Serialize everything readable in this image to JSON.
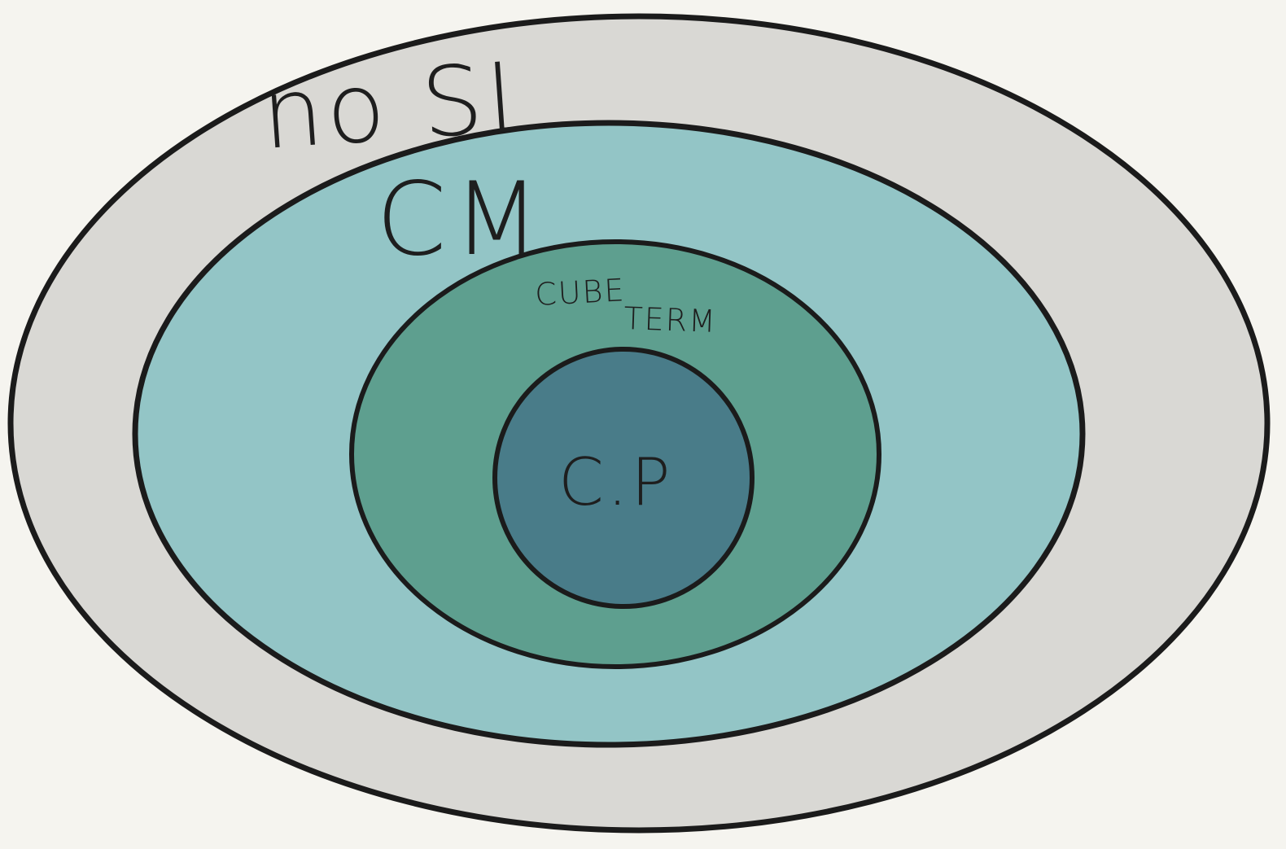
{
  "diagram": {
    "regions": [
      {
        "id": "outer",
        "label": "no SL",
        "color": "#d9d8d4"
      },
      {
        "id": "cm",
        "label": "CM",
        "color": "#93c5c6"
      },
      {
        "id": "cube",
        "label_line1": "CUBE",
        "label_line2": "TERM",
        "color": "#5e9f8f"
      },
      {
        "id": "cp",
        "label": "C.P",
        "color": "#497c89"
      }
    ]
  }
}
